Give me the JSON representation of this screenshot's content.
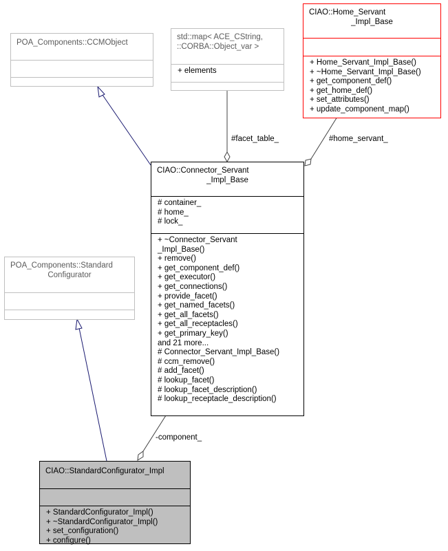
{
  "classes": {
    "ccm_object": {
      "title": "POA_Components::CCMObject",
      "attributes": [],
      "methods": []
    },
    "map": {
      "title_line1": "std::map< ACE_CString,",
      "title_line2": "::CORBA::Object_var >",
      "attributes": [
        "+ elements"
      ],
      "methods": []
    },
    "home_servant": {
      "title_line1": "CIAO::Home_Servant",
      "title_line2": "_Impl_Base",
      "attributes": [],
      "methods": [
        "+ Home_Servant_Impl_Base()",
        "+ ~Home_Servant_Impl_Base()",
        "+ get_component_def()",
        "+ get_home_def()",
        "+ set_attributes()",
        "+ update_component_map()"
      ]
    },
    "connector_servant": {
      "title_line1": "CIAO::Connector_Servant",
      "title_line2": "_Impl_Base",
      "attributes": [
        "# container_",
        "# home_",
        "# lock_"
      ],
      "methods": [
        "+ ~Connector_Servant",
        "_Impl_Base()",
        "+ remove()",
        "+ get_component_def()",
        "+ get_executor()",
        "+ get_connections()",
        "+ provide_facet()",
        "+ get_named_facets()",
        "+ get_all_facets()",
        "+ get_all_receptacles()",
        "+ get_primary_key()",
        "and 21 more...",
        "# Connector_Servant_Impl_Base()",
        "# ccm_remove()",
        "# add_facet()",
        "# lookup_facet()",
        "# lookup_facet_description()",
        "# lookup_receptacle_description()"
      ]
    },
    "standard_configurator": {
      "title_line1": "POA_Components::Standard",
      "title_line2": "Configurator",
      "attributes": [],
      "methods": []
    },
    "standard_configurator_impl": {
      "title": "CIAO::StandardConfigurator_Impl",
      "attributes": [],
      "methods": [
        "+ StandardConfigurator_Impl()",
        "+ ~StandardConfigurator_Impl()",
        "+ set_configuration()",
        "+ configure()"
      ]
    }
  },
  "edges": {
    "facet_table": "#facet_table_",
    "home_servant": "#home_servant_",
    "component": "-component_"
  },
  "colors": {
    "inheritance": "#191970",
    "association": "#404040",
    "focus_fill": "#bfbfbf",
    "gray_border": "#bfbfbf",
    "red_border": "#ff0000"
  }
}
